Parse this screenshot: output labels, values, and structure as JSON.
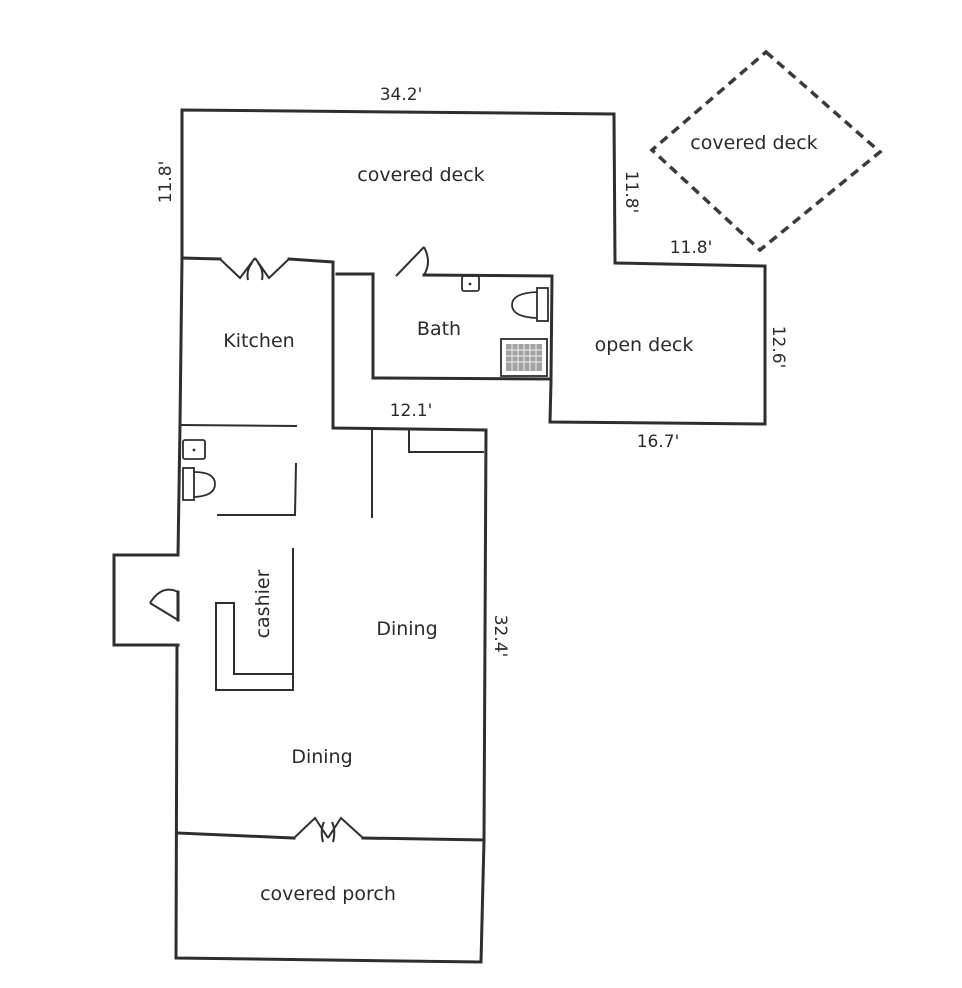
{
  "rooms": {
    "covered_deck_main": "covered deck",
    "covered_deck_detached": "covered deck",
    "kitchen": "Kitchen",
    "bath": "Bath",
    "open_deck": "open deck",
    "cashier": "cashier",
    "dining_upper": "Dining",
    "dining_lower": "Dining",
    "covered_porch": "covered porch"
  },
  "dimensions": {
    "top_width": "34.2'",
    "left_height": "11.8'",
    "deck_step_height": "11.8'",
    "deck_step_width": "11.8'",
    "open_deck_height": "12.6'",
    "open_deck_width": "16.7'",
    "dining_top_width": "12.1'",
    "dining_height": "32.4'"
  }
}
